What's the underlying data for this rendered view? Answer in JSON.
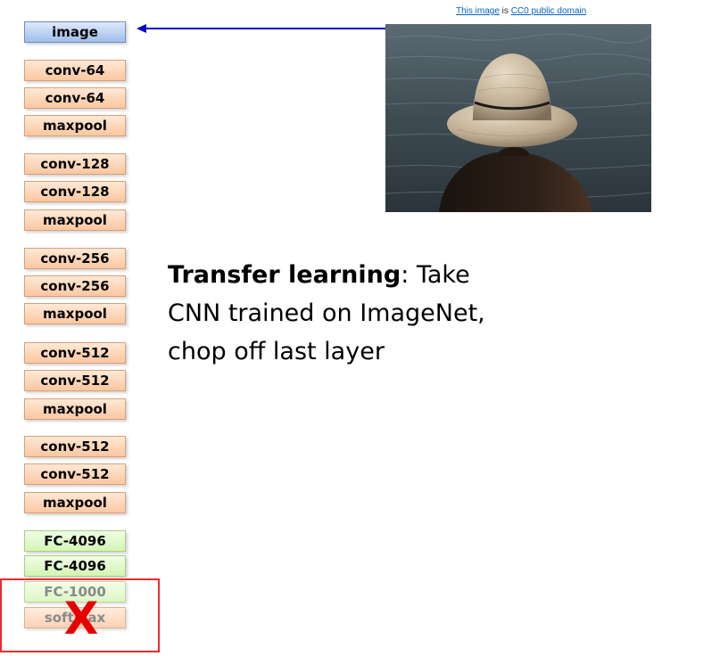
{
  "credit": {
    "link1": "This image",
    "middle": " is ",
    "link2": "CC0 public domain"
  },
  "network": {
    "input": "image",
    "layers": [
      "conv-64",
      "conv-64",
      "maxpool",
      "conv-128",
      "conv-128",
      "maxpool",
      "conv-256",
      "conv-256",
      "maxpool",
      "conv-512",
      "conv-512",
      "maxpool",
      "conv-512",
      "conv-512",
      "maxpool",
      "FC-4096",
      "FC-4096"
    ],
    "removed_layers": [
      "FC-1000",
      "softmax"
    ],
    "removed_mark": "X"
  },
  "caption": {
    "bold": "Transfer learning",
    "line1_rest": ": Take",
    "line2": "CNN trained on ImageNet,",
    "line3": "chop off last layer"
  },
  "colors": {
    "arrow": "#0000c8",
    "removed_box": "#ee2b2b",
    "x_mark": "#e80000"
  }
}
